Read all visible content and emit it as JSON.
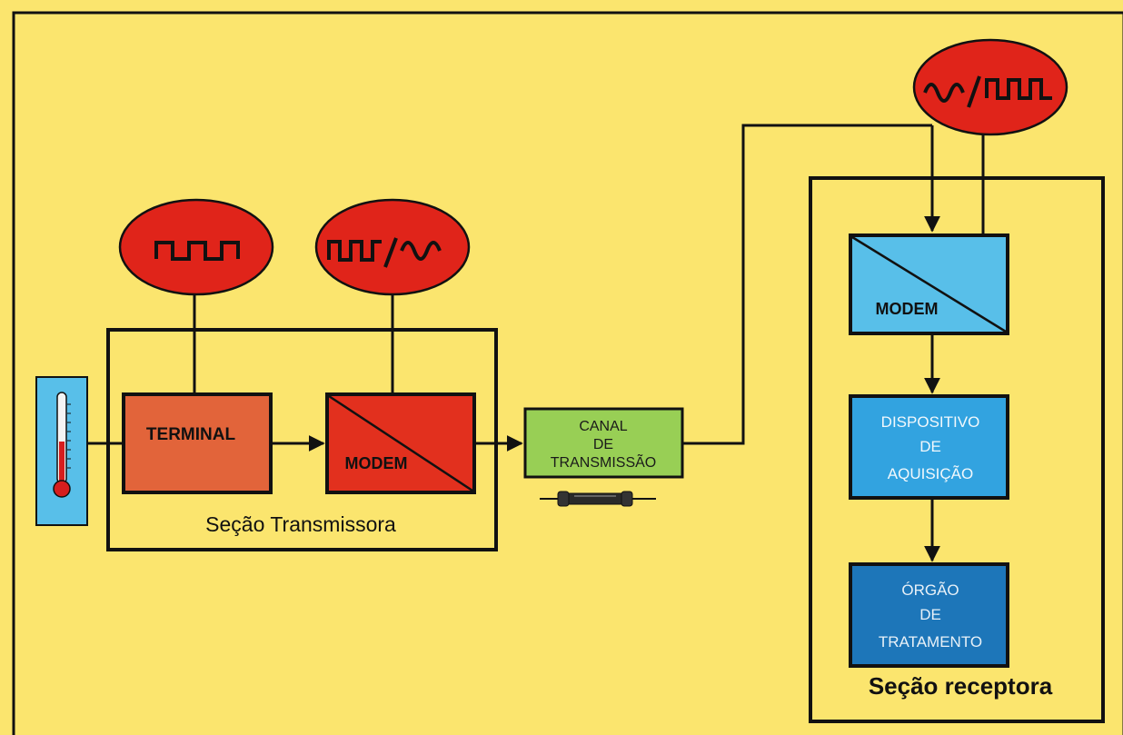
{
  "transmitter_section": {
    "label": "Seção Transmissora",
    "terminal_label": "TERMINAL",
    "modem_label": "MODEM",
    "terminal_signal_icon": "square-wave-icon",
    "modem_signal_icon": "square-to-sine-wave-icon",
    "sensor_icon": "thermometer-icon"
  },
  "channel": {
    "label_lines": [
      "CANAL",
      "DE",
      "TRANSMISSÃO"
    ],
    "cable_icon": "coaxial-cable-icon"
  },
  "receiver_section": {
    "label": "Seção receptora",
    "modem_label": "MODEM",
    "modem_signal_icon": "sine-to-square-wave-icon",
    "acquisition_lines": [
      "DISPOSITIVO",
      "DE",
      "AQUISIÇÃO"
    ],
    "processing_lines": [
      "ÓRGÃO",
      "DE",
      "TRATAMENTO"
    ]
  },
  "colors": {
    "background": "#fbe56e",
    "signal_ellipse": "#e0241a",
    "terminal": "#e2643a",
    "modem_tx": "#e2301e",
    "channel": "#98cf55",
    "light_blue": "#58bfe9",
    "medium_blue": "#32a3e0",
    "dark_blue": "#1d76b9",
    "line": "#111111"
  }
}
